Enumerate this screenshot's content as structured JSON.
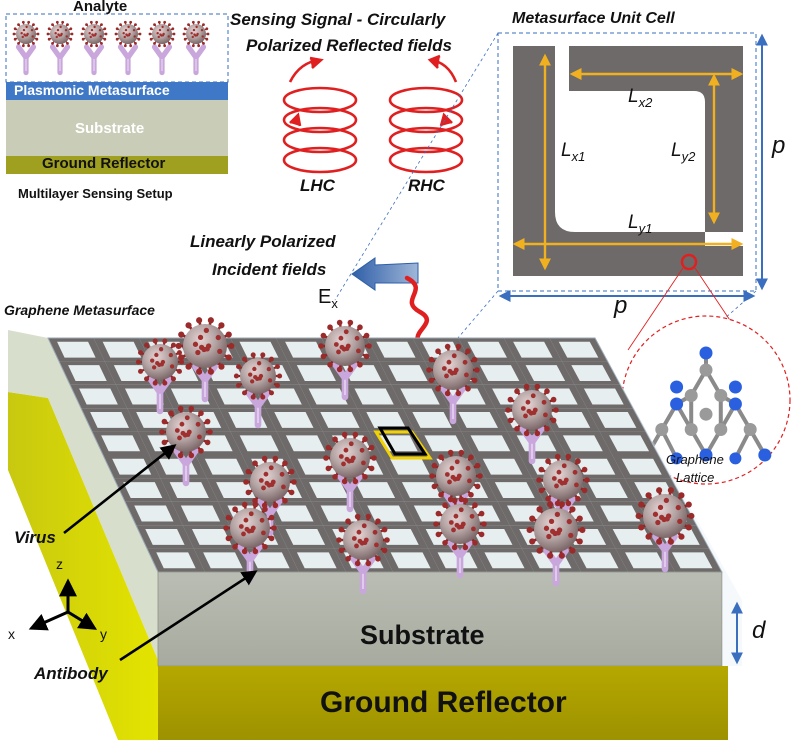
{
  "inset": {
    "analyte": "Analyte",
    "plasmonic_metasurface": "Plasmonic Metasurface",
    "substrate": "Substrate",
    "ground_reflector": "Ground Reflector",
    "caption": "Multilayer Sensing Setup"
  },
  "signal": {
    "title_line1": "Sensing Signal - Circularly",
    "title_line2": "Polarized Reflected fields",
    "lhc": "LHC",
    "rhc": "RHC"
  },
  "incident": {
    "line1": "Linearly Polarized",
    "line2": "Incident fields",
    "field_main": "E",
    "field_sub": "x"
  },
  "unit_cell": {
    "title": "Metasurface Unit Cell",
    "lx1_main": "L",
    "lx1_sub": "x1",
    "lx2_main": "L",
    "lx2_sub": "x2",
    "ly1_main": "L",
    "ly1_sub": "y1",
    "ly2_main": "L",
    "ly2_sub": "y2",
    "p_right": "p",
    "p_bottom": "p"
  },
  "lattice": {
    "line1": "Graphene",
    "line2": "Lattice"
  },
  "device": {
    "graphene_metasurface": "Graphene Metasurface",
    "substrate": "Substrate",
    "ground_reflector": "Ground Reflector",
    "thickness": "d",
    "virus": "Virus",
    "antibody": "Antibody"
  },
  "axes": {
    "z": "z",
    "x": "x",
    "y": "y"
  },
  "colors": {
    "plasmonic_blue": "#3f78c7",
    "substrate_gray": "#c9cdb7",
    "ground_olive": "#a0a020",
    "ground_yellow": "#d4d400",
    "cell_gray": "#6e6a69",
    "dimension_orange": "#f0b020",
    "dimension_blue": "#3a6fbf",
    "wave_red": "#e02020",
    "virus_red": "#9b2b2b",
    "antibody_purple": "#c9a6dc"
  }
}
